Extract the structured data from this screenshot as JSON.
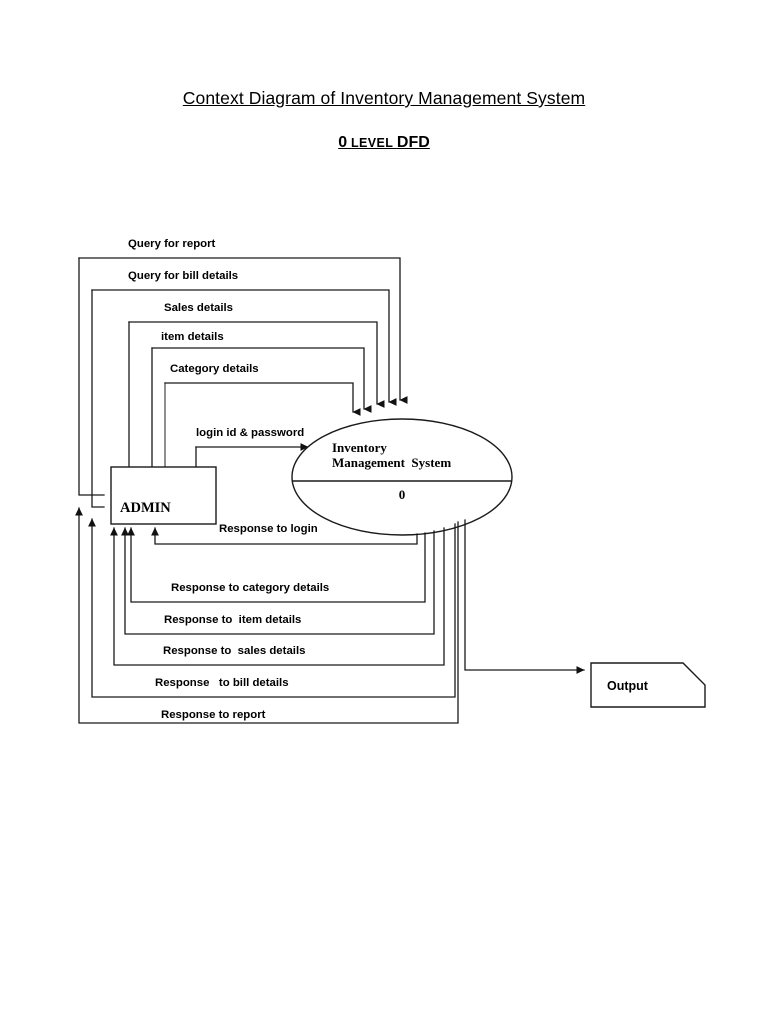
{
  "document": {
    "title": "Context Diagram of Inventory Management  System",
    "subtitle_number": "0",
    "subtitle_level": " LEVEL ",
    "subtitle_dfd": "DFD"
  },
  "nodes": {
    "external_entity": {
      "label": "ADMIN"
    },
    "process": {
      "label_line1": "Inventory",
      "label_line2": "Management  System",
      "number": "0"
    },
    "output": {
      "label": "Output"
    }
  },
  "flows": {
    "inbound": [
      {
        "label": "Query for report"
      },
      {
        "label": "Query for bill details"
      },
      {
        "label": "Sales details"
      },
      {
        "label": "item details"
      },
      {
        "label": "Category details"
      },
      {
        "label": "login id & password"
      }
    ],
    "outbound": [
      {
        "label": "Response to login"
      },
      {
        "label": "Response to category details"
      },
      {
        "label": "Response to  item details"
      },
      {
        "label": "Response to  sales details"
      },
      {
        "label": "Response   to bill details"
      },
      {
        "label": "Response to report"
      }
    ]
  },
  "colors": {
    "stroke": "#1a1a1a",
    "text": "#000000",
    "background": "#ffffff"
  }
}
